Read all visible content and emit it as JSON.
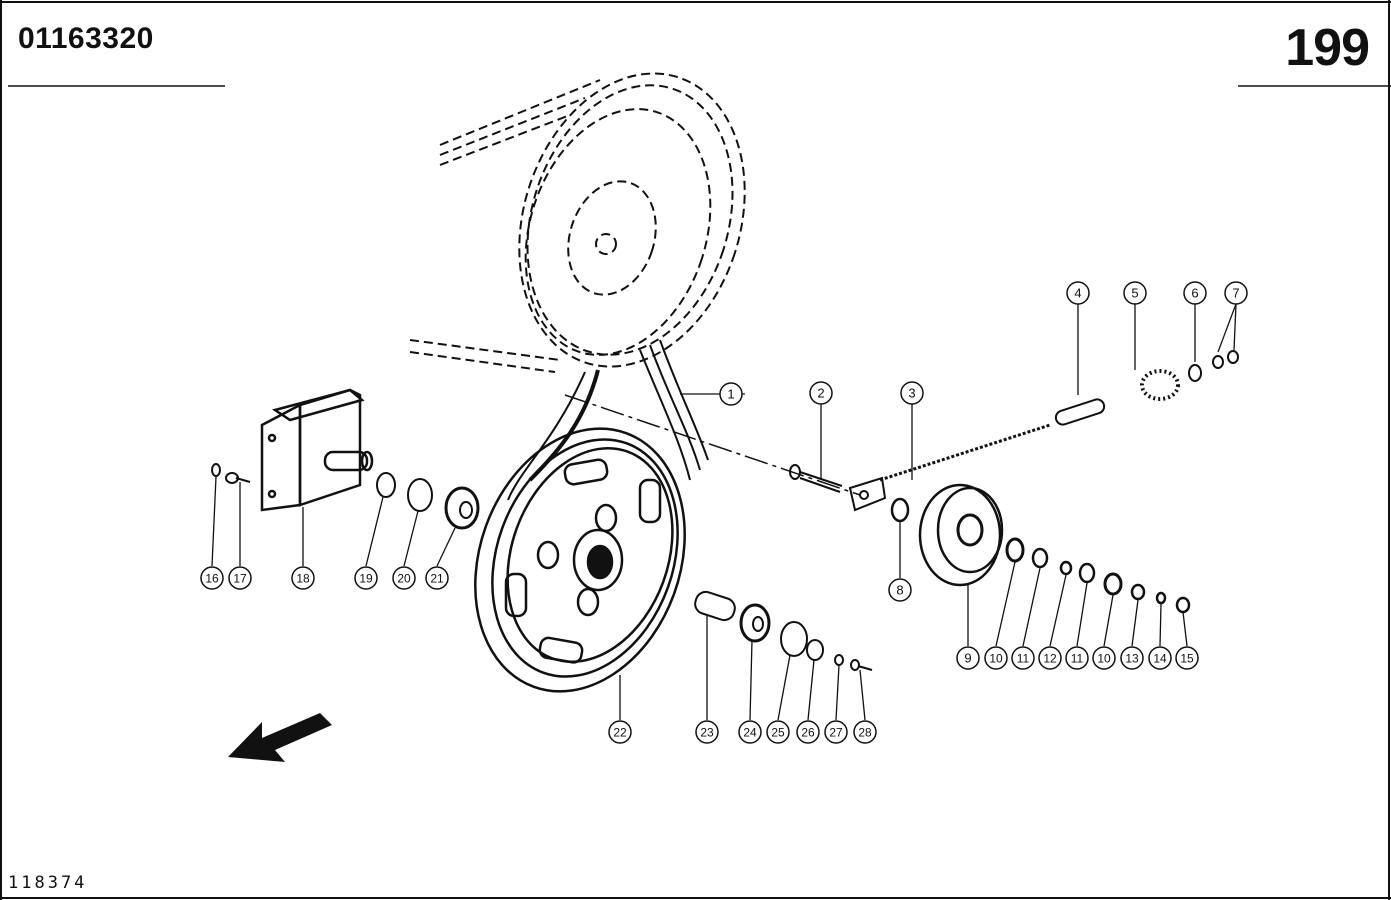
{
  "header": {
    "document_code": "01163320",
    "page_number": "199"
  },
  "footer": {
    "figure_number": "118374"
  },
  "callouts": [
    "1",
    "2",
    "3",
    "4",
    "5",
    "6",
    "7",
    "8",
    "9",
    "10",
    "11",
    "12",
    "11",
    "10",
    "13",
    "14",
    "15",
    "16",
    "17",
    "18",
    "19",
    "20",
    "21",
    "22",
    "23",
    "24",
    "25",
    "26",
    "27",
    "28"
  ]
}
